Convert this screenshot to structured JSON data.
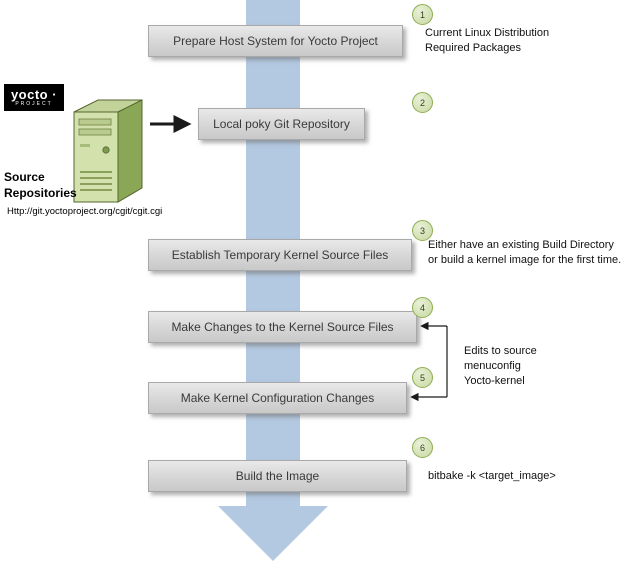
{
  "logo": {
    "word": "yocto ·",
    "project": "PROJECT"
  },
  "source": {
    "label": "Source\nRepositories",
    "url": "Http://git.yoctoproject.org/cgit/cgit.cgi"
  },
  "steps": [
    {
      "num": "1",
      "label": "Prepare Host System for Yocto Project"
    },
    {
      "num": "2",
      "label": "Local poky Git Repository"
    },
    {
      "num": "3",
      "label": "Establish Temporary Kernel Source Files"
    },
    {
      "num": "4",
      "label": "Make Changes to the Kernel Source Files"
    },
    {
      "num": "5",
      "label": "Make Kernel Configuration Changes"
    },
    {
      "num": "6",
      "label": "Build the Image"
    }
  ],
  "annotations": {
    "step1": "Current Linux Distribution\nRequired Packages",
    "step3": "Either have an existing Build Directory or build a kernel image for the first time.",
    "step45": "Edits to source\nmenuconfig\nYocto-kernel",
    "step6": "bitbake -k <target_image>"
  },
  "colors": {
    "flow_arrow": "#b3c9e1",
    "box_fill": "#d9d9d9",
    "circle_fill": "#c7d9a1",
    "circle_border": "#8fae54",
    "connector": "#1a1a1a"
  }
}
